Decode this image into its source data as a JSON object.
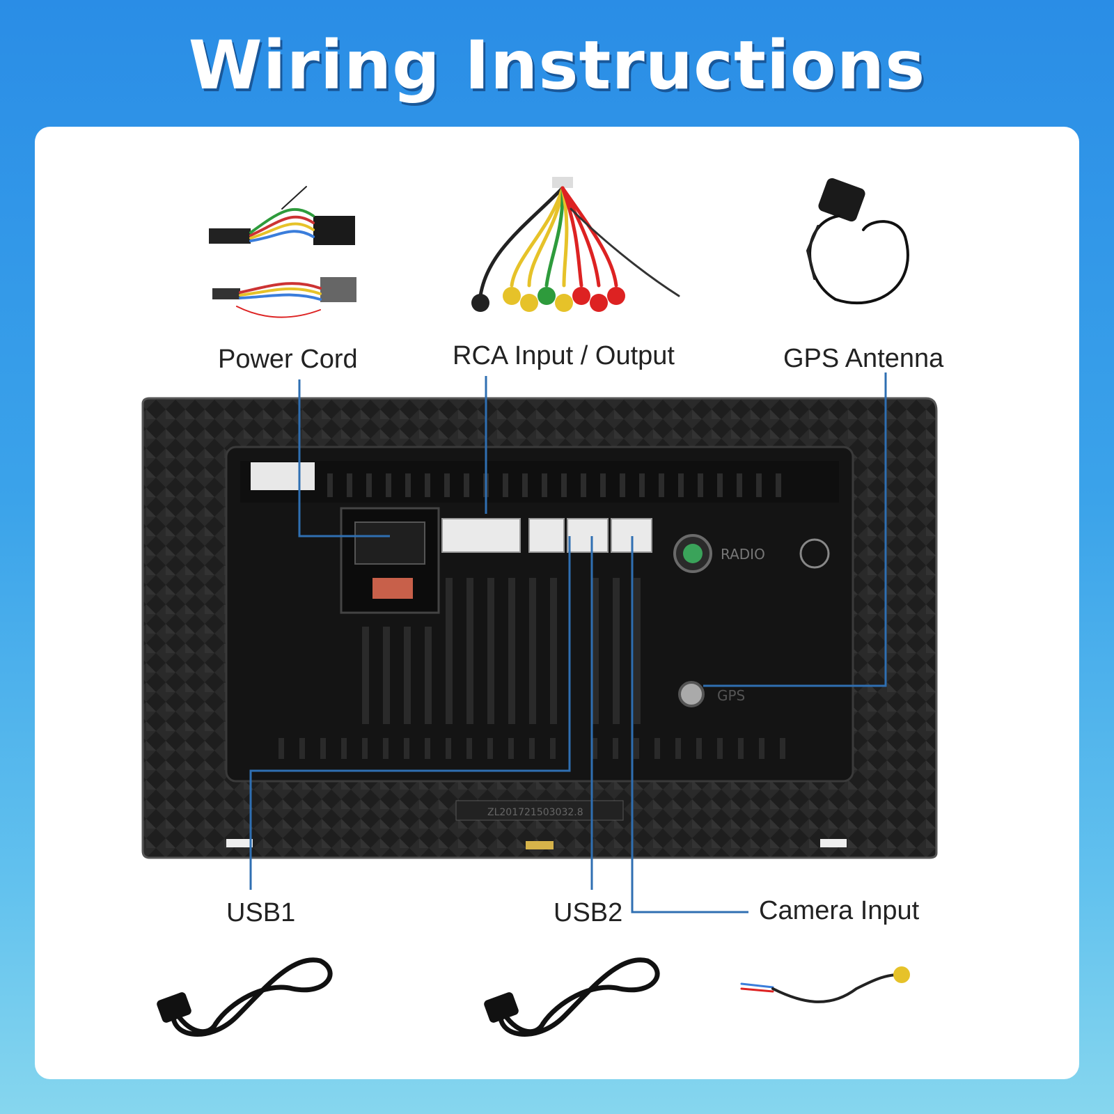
{
  "title": "Wiring Instructions",
  "colors": {
    "accent": "#2f6fb2",
    "panel": "#1b1b1b",
    "card": "#ffffff"
  },
  "labels": {
    "power_cord": "Power Cord",
    "rca": "RCA Input / Output",
    "gps_antenna": "GPS Antenna",
    "usb1": "USB1",
    "usb2": "USB2",
    "camera_input": "Camera Input"
  },
  "unit_markings": {
    "radio": "RADIO",
    "gps": "GPS",
    "serial": "ZL201721503032.8"
  }
}
